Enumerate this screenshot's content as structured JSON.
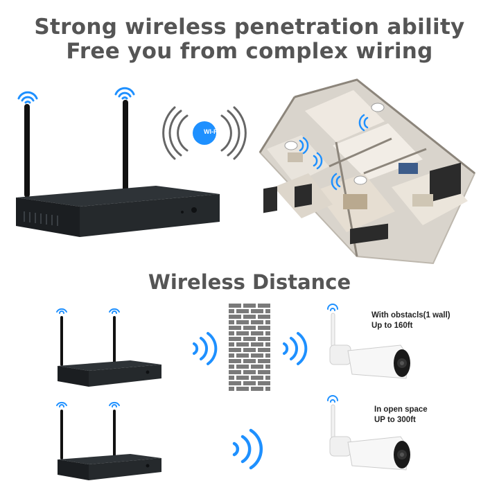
{
  "headline": {
    "line1": "Strong wireless penetration ability",
    "line2": "Free you from complex wiring"
  },
  "wifi_badge": "WI-FI",
  "section_title": "Wireless Distance",
  "scenarios": [
    {
      "line1": "With obstacls(1 wall)",
      "line2": "Up to 160ft"
    },
    {
      "line1": "In open space",
      "line2": "UP to 300ft"
    }
  ],
  "colors": {
    "signal": "#1e90ff",
    "headline": "#555555",
    "nvr": "#1f2326",
    "brick": "#7a7a7a"
  },
  "icons": [
    "wifi-signal-icon",
    "nvr-recorder",
    "house-floorplan",
    "brick-wall",
    "bullet-camera"
  ]
}
